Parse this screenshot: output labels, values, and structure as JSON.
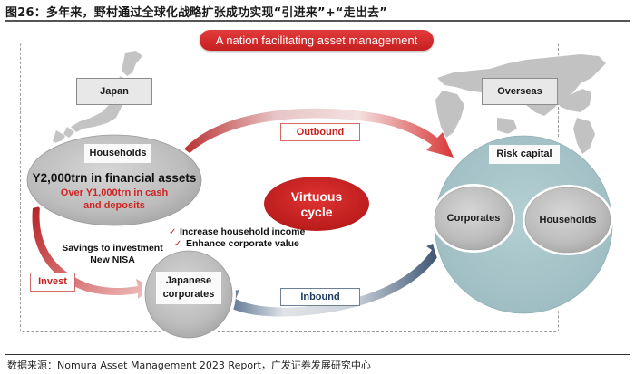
{
  "figure": {
    "title": "图26：多年来，野村通过全球化战略扩张成功实现“引进来”+“走出去”",
    "source": "数据来源：Nomura Asset Management 2023 Report，广发证券发展研究中心"
  },
  "diagram": {
    "banner": "A nation facilitating asset management",
    "japan_label": "Japan",
    "overseas_label": "Overseas",
    "households_circle": {
      "label": "Households",
      "main_text": "Y2,000trn in financial assets",
      "sub_text_line1": "Over Y1,000trn in cash",
      "sub_text_line2": "and deposits"
    },
    "japanese_corporates": {
      "line1": "Japanese",
      "line2": "corporates"
    },
    "risk_capital": {
      "label": "Risk capital",
      "corporates": "Corporates",
      "households": "Households"
    },
    "center": {
      "line1": "Virtuous",
      "line2": "cycle"
    },
    "benefits": [
      "Increase household income",
      "Enhance corporate value"
    ],
    "savings": {
      "line1": "Savings to investment",
      "line2": "New NISA"
    },
    "flows": {
      "outbound": "Outbound",
      "inbound": "Inbound",
      "invest": "Invest"
    },
    "colors": {
      "red": "#c8201f",
      "navy": "#1f3a5c",
      "teal": "#a9c7cc",
      "grey_circle": "#bdbdbd"
    }
  }
}
